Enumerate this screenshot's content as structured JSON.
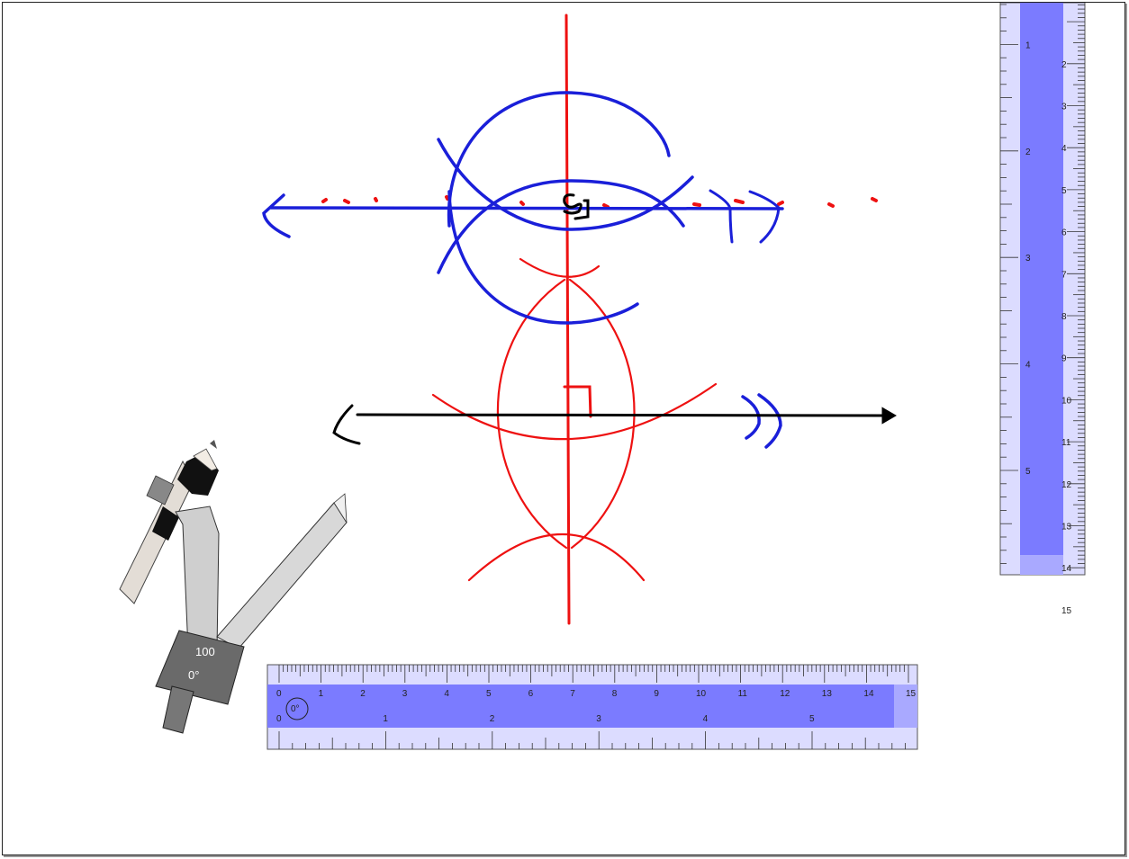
{
  "colors": {
    "red": "#ee1111",
    "blue": "#1a1fd9",
    "black": "#000000",
    "ruler_fill": "#7b7bff",
    "ruler_band": "#a9a9ff",
    "ruler_light": "#dcdcff",
    "compass_body": "#cfcfcf",
    "compass_dark": "#6a6a6a"
  },
  "tools": {
    "horizontal_ruler": {
      "cm_labels": [
        "0",
        "1",
        "2",
        "3",
        "4",
        "5",
        "6",
        "7",
        "8",
        "9",
        "10",
        "11",
        "12",
        "13",
        "14",
        "15"
      ],
      "inch_labels": [
        "0",
        "1",
        "2",
        "3",
        "4",
        "5"
      ],
      "angle_label": "0°"
    },
    "vertical_ruler": {
      "cm_labels": [
        "2",
        "3",
        "4",
        "5",
        "6",
        "7",
        "8",
        "9",
        "10",
        "11",
        "12",
        "13",
        "14",
        "15"
      ],
      "inch_labels": [
        "1",
        "2",
        "3",
        "4",
        "5"
      ]
    },
    "compass": {
      "radius_label": "100",
      "angle_label": "0°",
      "icons": [
        "compass-pencil-icon",
        "compass-needle-icon",
        "compass-hinge-icon"
      ]
    }
  }
}
